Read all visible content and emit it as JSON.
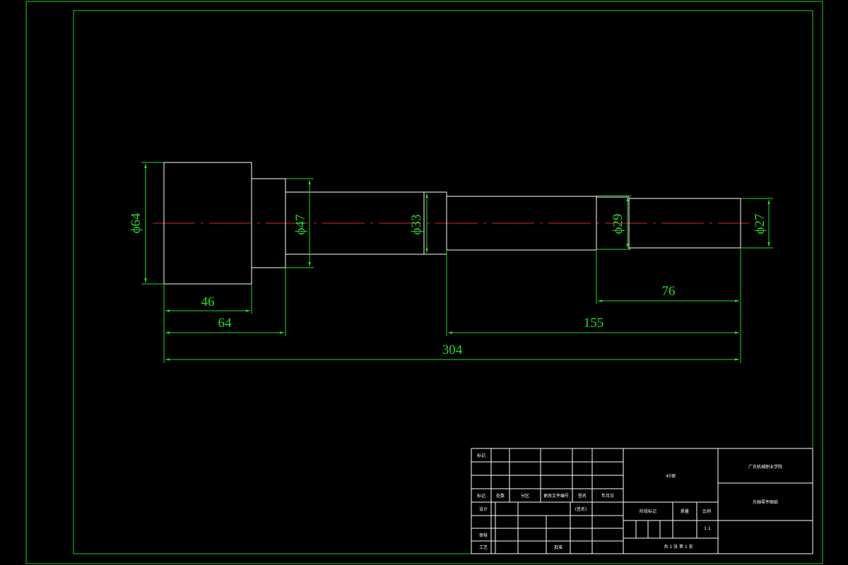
{
  "drawing": {
    "diameters": {
      "d64": "ϕ64",
      "d47": "ϕ47",
      "d33": "ϕ33",
      "d29": "ϕ29",
      "d27": "ϕ27"
    },
    "lengths": {
      "l46": "46",
      "l64": "64",
      "l155": "155",
      "l76": "76",
      "l304": "304"
    }
  },
  "title_block": {
    "row1": [
      "标记",
      "处数",
      "分区",
      "更改文件编号",
      "签名",
      "年月日"
    ],
    "sign_row": {
      "design": "设计",
      "std": "(签名)"
    },
    "review": "审核",
    "process": "工艺",
    "approve": "批准",
    "material": "45钢",
    "stage_mark": "阶段标记",
    "weight": "质量",
    "scale_label": "比例",
    "scale_value": "1:1",
    "sheets": "共 1 张    第 1 张",
    "org": "广东机械职业学院",
    "drawing_name": "光轴零件图纸"
  },
  "colors": {
    "frame": "#22cc22",
    "outline": "#ffffff",
    "centerline": "#dd2222",
    "dimension": "#22dd22"
  }
}
